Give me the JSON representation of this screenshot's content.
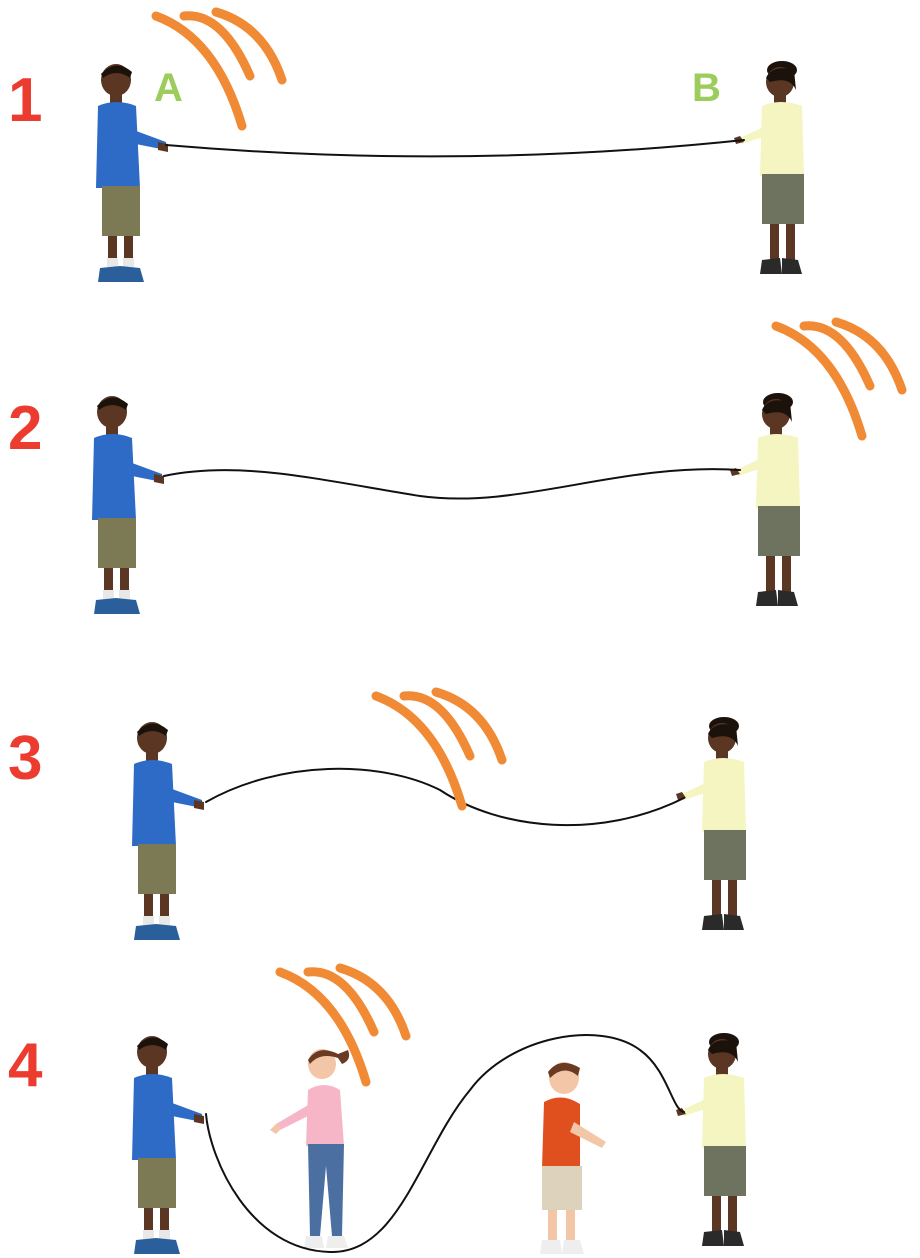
{
  "steps": [
    {
      "number": "1",
      "label_left": "A",
      "label_right": "B"
    },
    {
      "number": "2"
    },
    {
      "number": "3"
    },
    {
      "number": "4"
    }
  ],
  "colors": {
    "step_number": "#ec3b2f",
    "person_label": "#9ccd5c",
    "motion_squiggle": "#f08a35",
    "rope": "#111111",
    "boy_shirt": "#2d6bc7",
    "boy_shorts": "#7b7a55",
    "girl_shirt": "#f4f5c0",
    "girl_skirt": "#6e7360",
    "jumper_girl_shirt": "#f6b6c8",
    "jumper_girl_jeans": "#4a6fa0",
    "jumper_boy_shirt": "#e0501f",
    "jumper_boy_shorts": "#ddd2bc"
  },
  "icons": [
    "motion-squiggle-icon"
  ]
}
